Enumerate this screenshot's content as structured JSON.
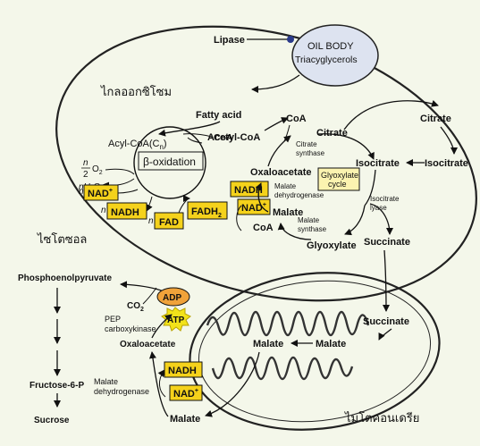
{
  "labels": {
    "lipase": "Lipase",
    "oil_body_1": "OIL BODY",
    "oil_body_2": "Triacyglycerols",
    "glyoxysome": "ไกลออกซิโซม",
    "cytosol": "ไซโตซอล",
    "mitochondria": "ไมโตคอนเดรีย",
    "fatty_acid": "Fatty acid",
    "coa_top": "CoA",
    "acyl_coa": "Acyl-CoA(C",
    "acyl_coa_sub": "n",
    "acyl_coa_end": ")",
    "n_frac_num": "n",
    "n_frac_den": "2",
    "o2": "O",
    "o2_sub": "2",
    "nh2o": "nH",
    "nh2o_sub": "2",
    "nh2o_end": "O",
    "beta_oxidation": "β-oxidation",
    "acetyl_coa": "Acetyl-CoA",
    "n1": "n",
    "nad_plus": "NAD",
    "nad_plus_sup": "+",
    "n2": "n",
    "nadh_beta": "NADH",
    "n3": "n",
    "fad": "FAD",
    "fadh2": "FADH",
    "fadh2_sub": "2",
    "coa_mid": "CoA",
    "citrate_glyox": "Citrate",
    "citrate_synthase_1": "Citrate",
    "citrate_synthase_2": "synthase",
    "isocitrate_glyox": "Isocitrate",
    "oxaloacetate_glyox": "Oxaloacetate",
    "glyoxylate_cycle_1": "Glyoxylate",
    "glyoxylate_cycle_2": "cycle",
    "nadh_glyox": "NADH",
    "malate_dh_1": "Malate",
    "malate_dh_2": "dehydrogenase",
    "nad_glyox": "NAD",
    "nad_glyox_sup": "+",
    "malate_glyox": "Malate",
    "malate_synthase_1": "Malate",
    "malate_synthase_2": "synthase",
    "coa_low": "CoA",
    "glyoxylate": "Glyoxylate",
    "isocitrate_lyase_1": "Isocitrate",
    "isocitrate_lyase_2": "lyase",
    "succinate_glyox": "Succinate",
    "citrate_out": "Citrate",
    "isocitrate_out": "Isocitrate",
    "pep": "Phosphoenolpyruvate",
    "co2": "CO",
    "co2_sub": "2",
    "adp": "ADP",
    "atp": "ATP",
    "pep_ck_1": "PEP",
    "pep_ck_2": "carboxykinase",
    "oxaloacetate_cyto": "Oxaloacetate",
    "fructose": "Fructose-6-P",
    "sucrose": "Sucrose",
    "malate_dh_cyto_1": "Malate",
    "malate_dh_cyto_2": "dehydrogenase",
    "nadh_cyto": "NADH",
    "nad_cyto": "NAD",
    "nad_cyto_sup": "+",
    "malate_cyto": "Malate",
    "succinate_mito": "Succinate",
    "malate_mito_1": "Malate",
    "malate_mito_2": "Malate"
  },
  "colors": {
    "background": "#f4f7ea",
    "oil_body_fill": "#dde3f0",
    "cofactor_box": "#f5d21b",
    "glyox_box": "#fbf3b0",
    "adp_fill": "#f0a23a",
    "atp_fill": "#f2e21a",
    "lipase_dot": "#2a3a8a"
  }
}
